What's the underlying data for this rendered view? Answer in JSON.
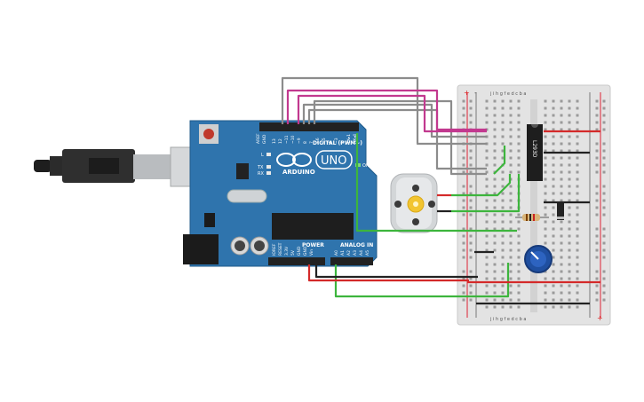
{
  "arduino": {
    "brand": "ARDUINO",
    "model": "UNO",
    "digital_header_label": "DIGITAL (PWM~)",
    "power_label": "POWER",
    "analog_label": "ANALOG IN",
    "on_label": "ON",
    "led_l": "L",
    "led_tx": "TX",
    "led_rx": "RX",
    "pin_aref": "AREF",
    "pin_gnd": "GND",
    "digital_pins": [
      "13",
      "12",
      "~11",
      "~10",
      "~9",
      "8",
      "7",
      "~6",
      "~5",
      "4",
      "~3",
      "2",
      "TX▸1",
      "RX◂0"
    ],
    "power_pins": [
      "IOREF",
      "RESET",
      "3.3V",
      "5V",
      "GND",
      "GND",
      "Vin"
    ],
    "analog_pins": [
      "A0",
      "A1",
      "A2",
      "A3",
      "A4",
      "A5"
    ]
  },
  "driver_ic": {
    "label": "L293D"
  },
  "breadboard": {
    "top_letters": "j i h g f   e d c b a",
    "bottom_letters": "j i h g f   e d c b a",
    "plus": "+",
    "minus": "-"
  },
  "colors": {
    "board_blue": "#2a6fa7",
    "wire_gray": "#8c8c8c",
    "wire_magenta": "#c2398f",
    "wire_green": "#3db53d",
    "wire_red": "#d42a2a",
    "wire_black": "#222222",
    "breadboard_bg": "#e3e3e3",
    "motor_yellow": "#f2c531"
  }
}
